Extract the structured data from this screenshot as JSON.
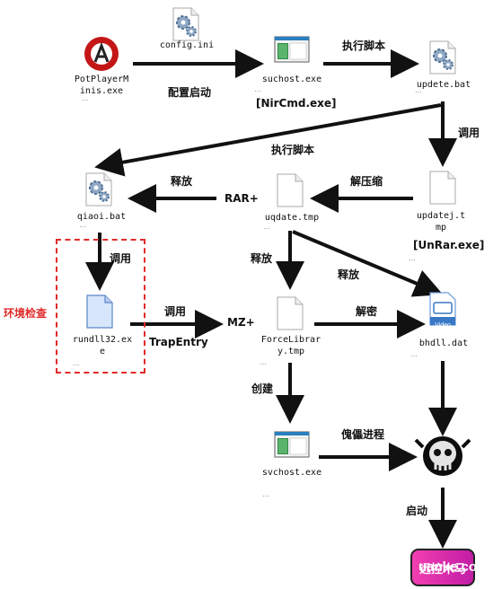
{
  "nodes": {
    "config": "config.ini",
    "potplayer": "PotPlayerMinis.exe",
    "suchost": "suchost.exe",
    "nircmd": "[NirCmd.exe]",
    "updete": "updete.bat",
    "qiaoi": "qiaoi.bat",
    "uqdate": "uqdate.tmp",
    "updatej": "updatej.tmp",
    "unrar": "[UnRar.exe]",
    "rundll": "rundll32.exe",
    "forcelib": "ForceLibrary.tmp",
    "bhdll": "bhdll.dat",
    "svchost": "svchost.exe",
    "rat": "远控木马"
  },
  "edges": {
    "peizhi": "配置启动",
    "zhixing1": "执行脚本",
    "diaoyong1": "调用",
    "zhixing2": "执行脚本",
    "shifang1": "释放",
    "rar": "RAR+",
    "jieyasuo": "解压缩",
    "diaoyong2": "调用",
    "shifang2": "释放",
    "shifang3": "释放",
    "diaoyong3": "调用",
    "mz": "MZ+",
    "trapentry": "TrapEntry",
    "jiemi": "解密",
    "chuangjian": "创建",
    "kuilei": "傀儡进程",
    "qidong": "启动"
  },
  "env_check": "环境检查",
  "watermark": "uanke.com",
  "video_badge": "Video",
  "icons": {
    "config": "gear-file-icon",
    "potplayer": "potplayer-logo-icon",
    "suchost": "exe-window-icon",
    "updete": "gear-file-icon",
    "qiaoi": "gear-file-icon",
    "uqdate": "blank-file-icon",
    "updatej": "blank-file-icon",
    "rundll": "blue-file-icon",
    "forcelib": "blank-file-icon",
    "bhdll": "video-file-icon",
    "svchost": "exe-window-icon",
    "skull": "skull-icon"
  },
  "colors": {
    "env_border": "#e02a2a",
    "rat_fill": "#e533ad",
    "arrow": "#111111"
  }
}
